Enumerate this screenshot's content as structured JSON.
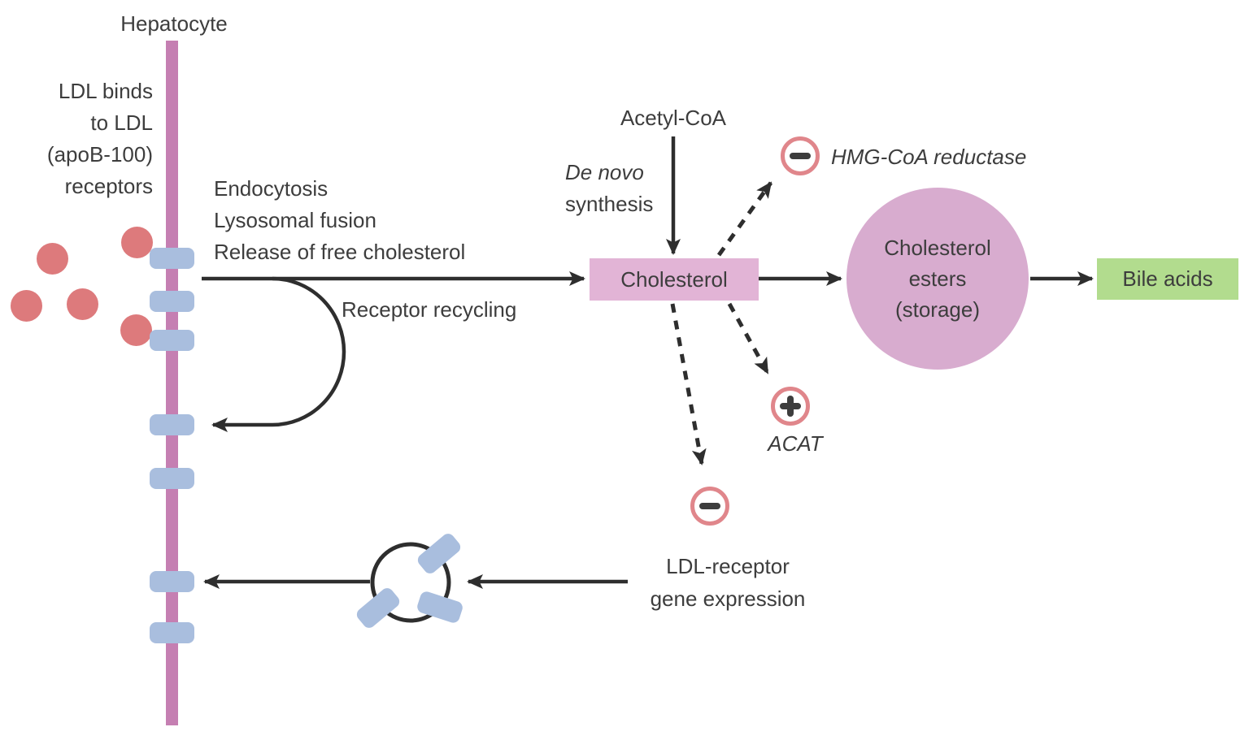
{
  "colors": {
    "membrane": "#c57fb2",
    "receptor": "#a9bede",
    "ldl_particle": "#dd7a7c",
    "cholesterol_box": "#e2b4d6",
    "esters_circle": "#d8accf",
    "bile_box": "#b2dc8e",
    "badge_ring": "#e0868b",
    "ink": "#3d3d3d",
    "arrow": "#2e2e2e"
  },
  "membrane_label": "Hepatocyte",
  "annotations": {
    "ldl_binding": {
      "line1": "LDL binds",
      "line2": "to LDL",
      "line3": "(apoB-100)",
      "line4": "receptors"
    },
    "uptake_steps": {
      "line1": "Endocytosis",
      "line2": "Lysosomal fusion",
      "line3": "Release of free cholesterol"
    },
    "receptor_recycling": "Receptor recycling",
    "acetyl_coa": "Acetyl-CoA",
    "de_novo": {
      "line1": "De novo",
      "line2": "synthesis"
    },
    "hmg_coa_reductase": "HMG-CoA reductase",
    "acat": "ACAT",
    "ldl_receptor_gene": {
      "line1": "LDL-receptor",
      "line2": "gene expression"
    }
  },
  "nodes": {
    "cholesterol": "Cholesterol",
    "cholesterol_esters": {
      "line1": "Cholesterol",
      "line2": "esters",
      "line3": "(storage)"
    },
    "bile_acids": "Bile acids"
  },
  "badges": {
    "hmg_sign": "−",
    "acat_sign": "+",
    "gene_sign": "−"
  }
}
